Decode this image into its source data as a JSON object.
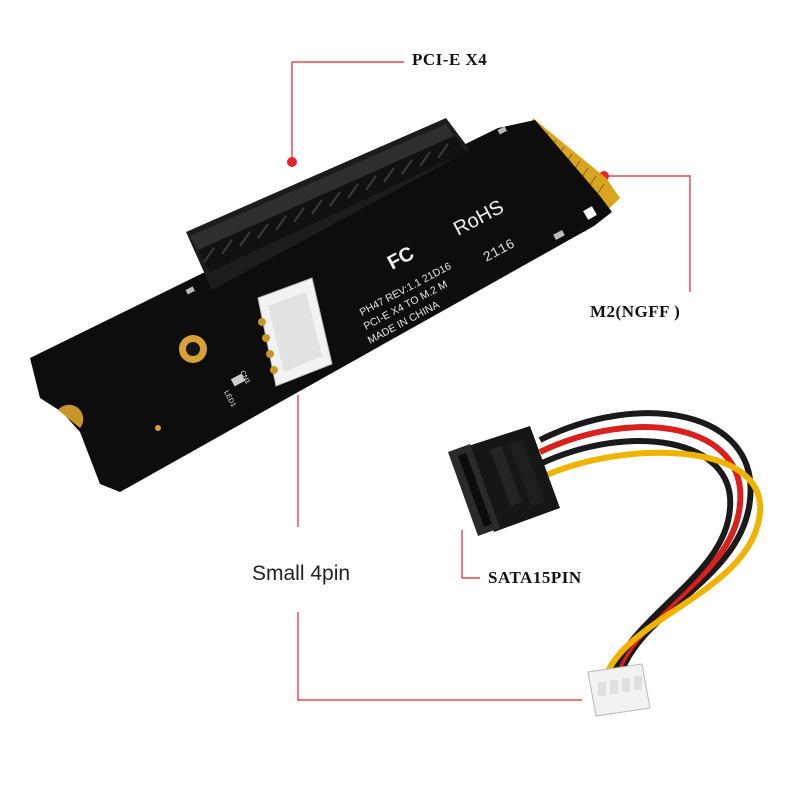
{
  "labels": {
    "pcie": "PCI-E X4",
    "m2": "M2(NGFF )",
    "sata": "SATA15PIN",
    "small_4pin": "Small 4pin"
  },
  "board": {
    "rohs": "RoHS",
    "fc": "FC",
    "code": "2116",
    "silk_line1": "PH47  REV:1.1  21D16",
    "silk_line2": "PCI-E X4 TO M.2 M",
    "silk_line3": "MADE IN CHINA",
    "led_label": "LED1",
    "cn_label": "CN1"
  },
  "colors": {
    "pcb": "#0d0d0d",
    "gold": "#d9a520",
    "leader": "#e0262b",
    "connector_white": "#f2f2f2",
    "wire_yellow": "#f0b400",
    "wire_red": "#d8201c",
    "wire_black": "#1a1a1a"
  }
}
